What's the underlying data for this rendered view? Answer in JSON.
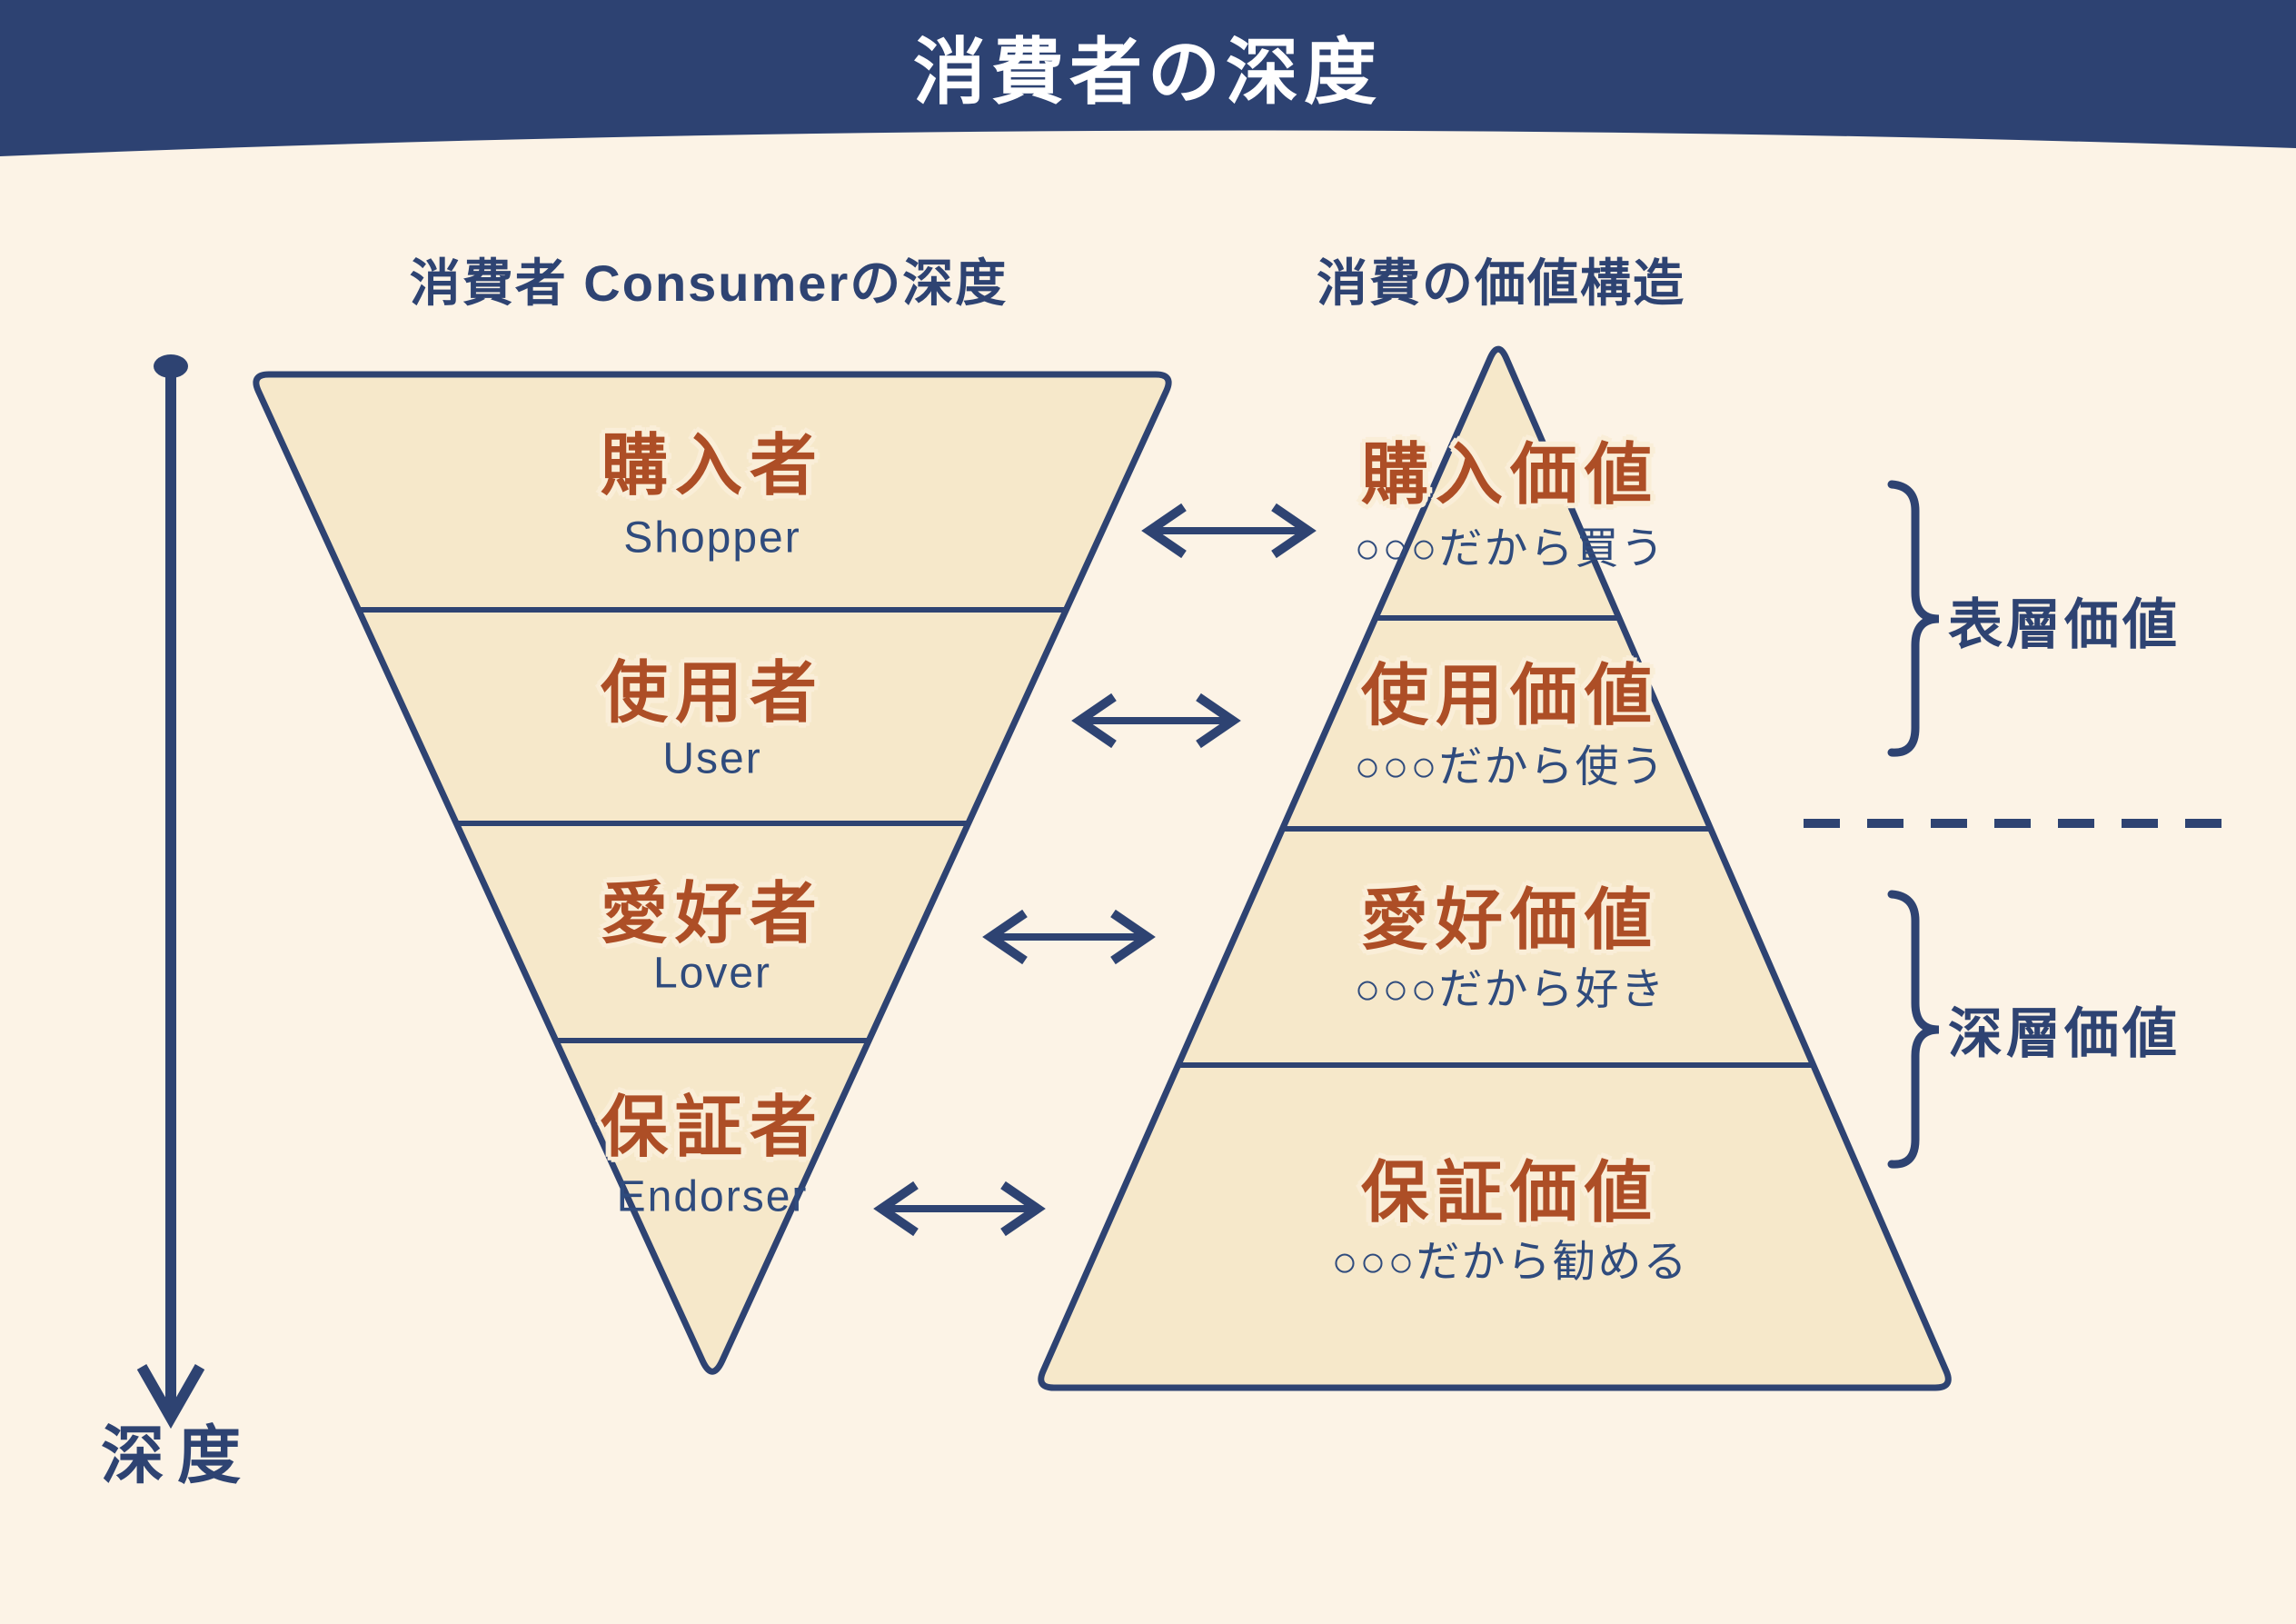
{
  "header": {
    "title": "消費者の深度"
  },
  "columns": {
    "left_title": "消費者 Consumerの深度",
    "right_title": "消費の価値構造"
  },
  "left_pyramid": {
    "levels": [
      {
        "main": "購入者",
        "sub": "Shopper"
      },
      {
        "main": "使用者",
        "sub": "User"
      },
      {
        "main": "愛好者",
        "sub": "Lover"
      },
      {
        "main": "保証者",
        "sub": "Endorser"
      }
    ]
  },
  "right_pyramid": {
    "levels": [
      {
        "main": "購入価値",
        "sub": "○○○だから買う"
      },
      {
        "main": "使用価値",
        "sub": "○○○だから使う"
      },
      {
        "main": "愛好価値",
        "sub": "○○○だから好き"
      },
      {
        "main": "保証価値",
        "sub": "○○○だから勧める"
      }
    ]
  },
  "annotations": {
    "surface_value": "表層価値",
    "deep_value": "深層価値",
    "depth_axis": "深度"
  },
  "icons": {
    "exchange_arrow": "double-headed-arrow",
    "depth_arrow": "downward-arrow-with-origin-dot"
  },
  "colors": {
    "header_navy": "#2D4272",
    "line_navy": "#2E4372",
    "sub_text_navy": "#2F4B7D",
    "accent_orange": "#AD4E26",
    "background_cream": "#FCF3E6",
    "pyramid_fill": "#F6E8CA",
    "text_halo_cream": "#FAEED8",
    "title_white": "#FFFFFF"
  }
}
